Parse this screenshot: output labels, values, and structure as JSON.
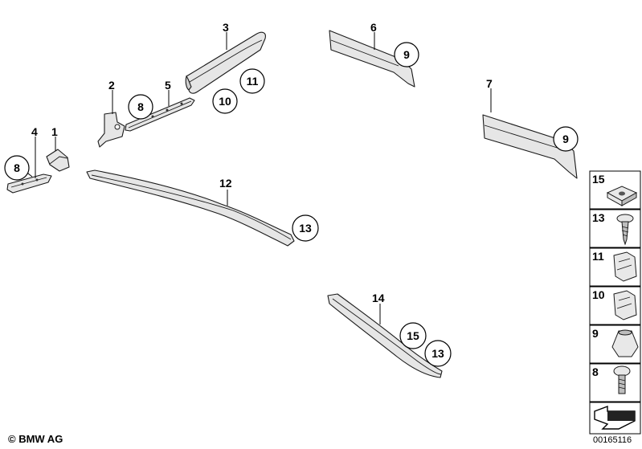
{
  "callouts": {
    "c1": "1",
    "c2": "2",
    "c3": "3",
    "c4": "4",
    "c5": "5",
    "c6": "6",
    "c7": "7",
    "c12": "12",
    "c14": "14"
  },
  "circled": {
    "a8": "8",
    "b8": "8",
    "a9": "9",
    "b9": "9",
    "a10": "10",
    "a11": "11",
    "a13": "13",
    "b13": "13",
    "a15": "15"
  },
  "legend": [
    {
      "number": "15",
      "item": "clip-nut"
    },
    {
      "number": "13",
      "item": "self-tapping-screw"
    },
    {
      "number": "11",
      "item": "retaining-clip"
    },
    {
      "number": "10",
      "item": "retaining-clip"
    },
    {
      "number": "9",
      "item": "expanding-nut"
    },
    {
      "number": "8",
      "item": "screw"
    }
  ],
  "footer": {
    "copyright": "© BMW AG",
    "diagram_id": "00165116"
  }
}
